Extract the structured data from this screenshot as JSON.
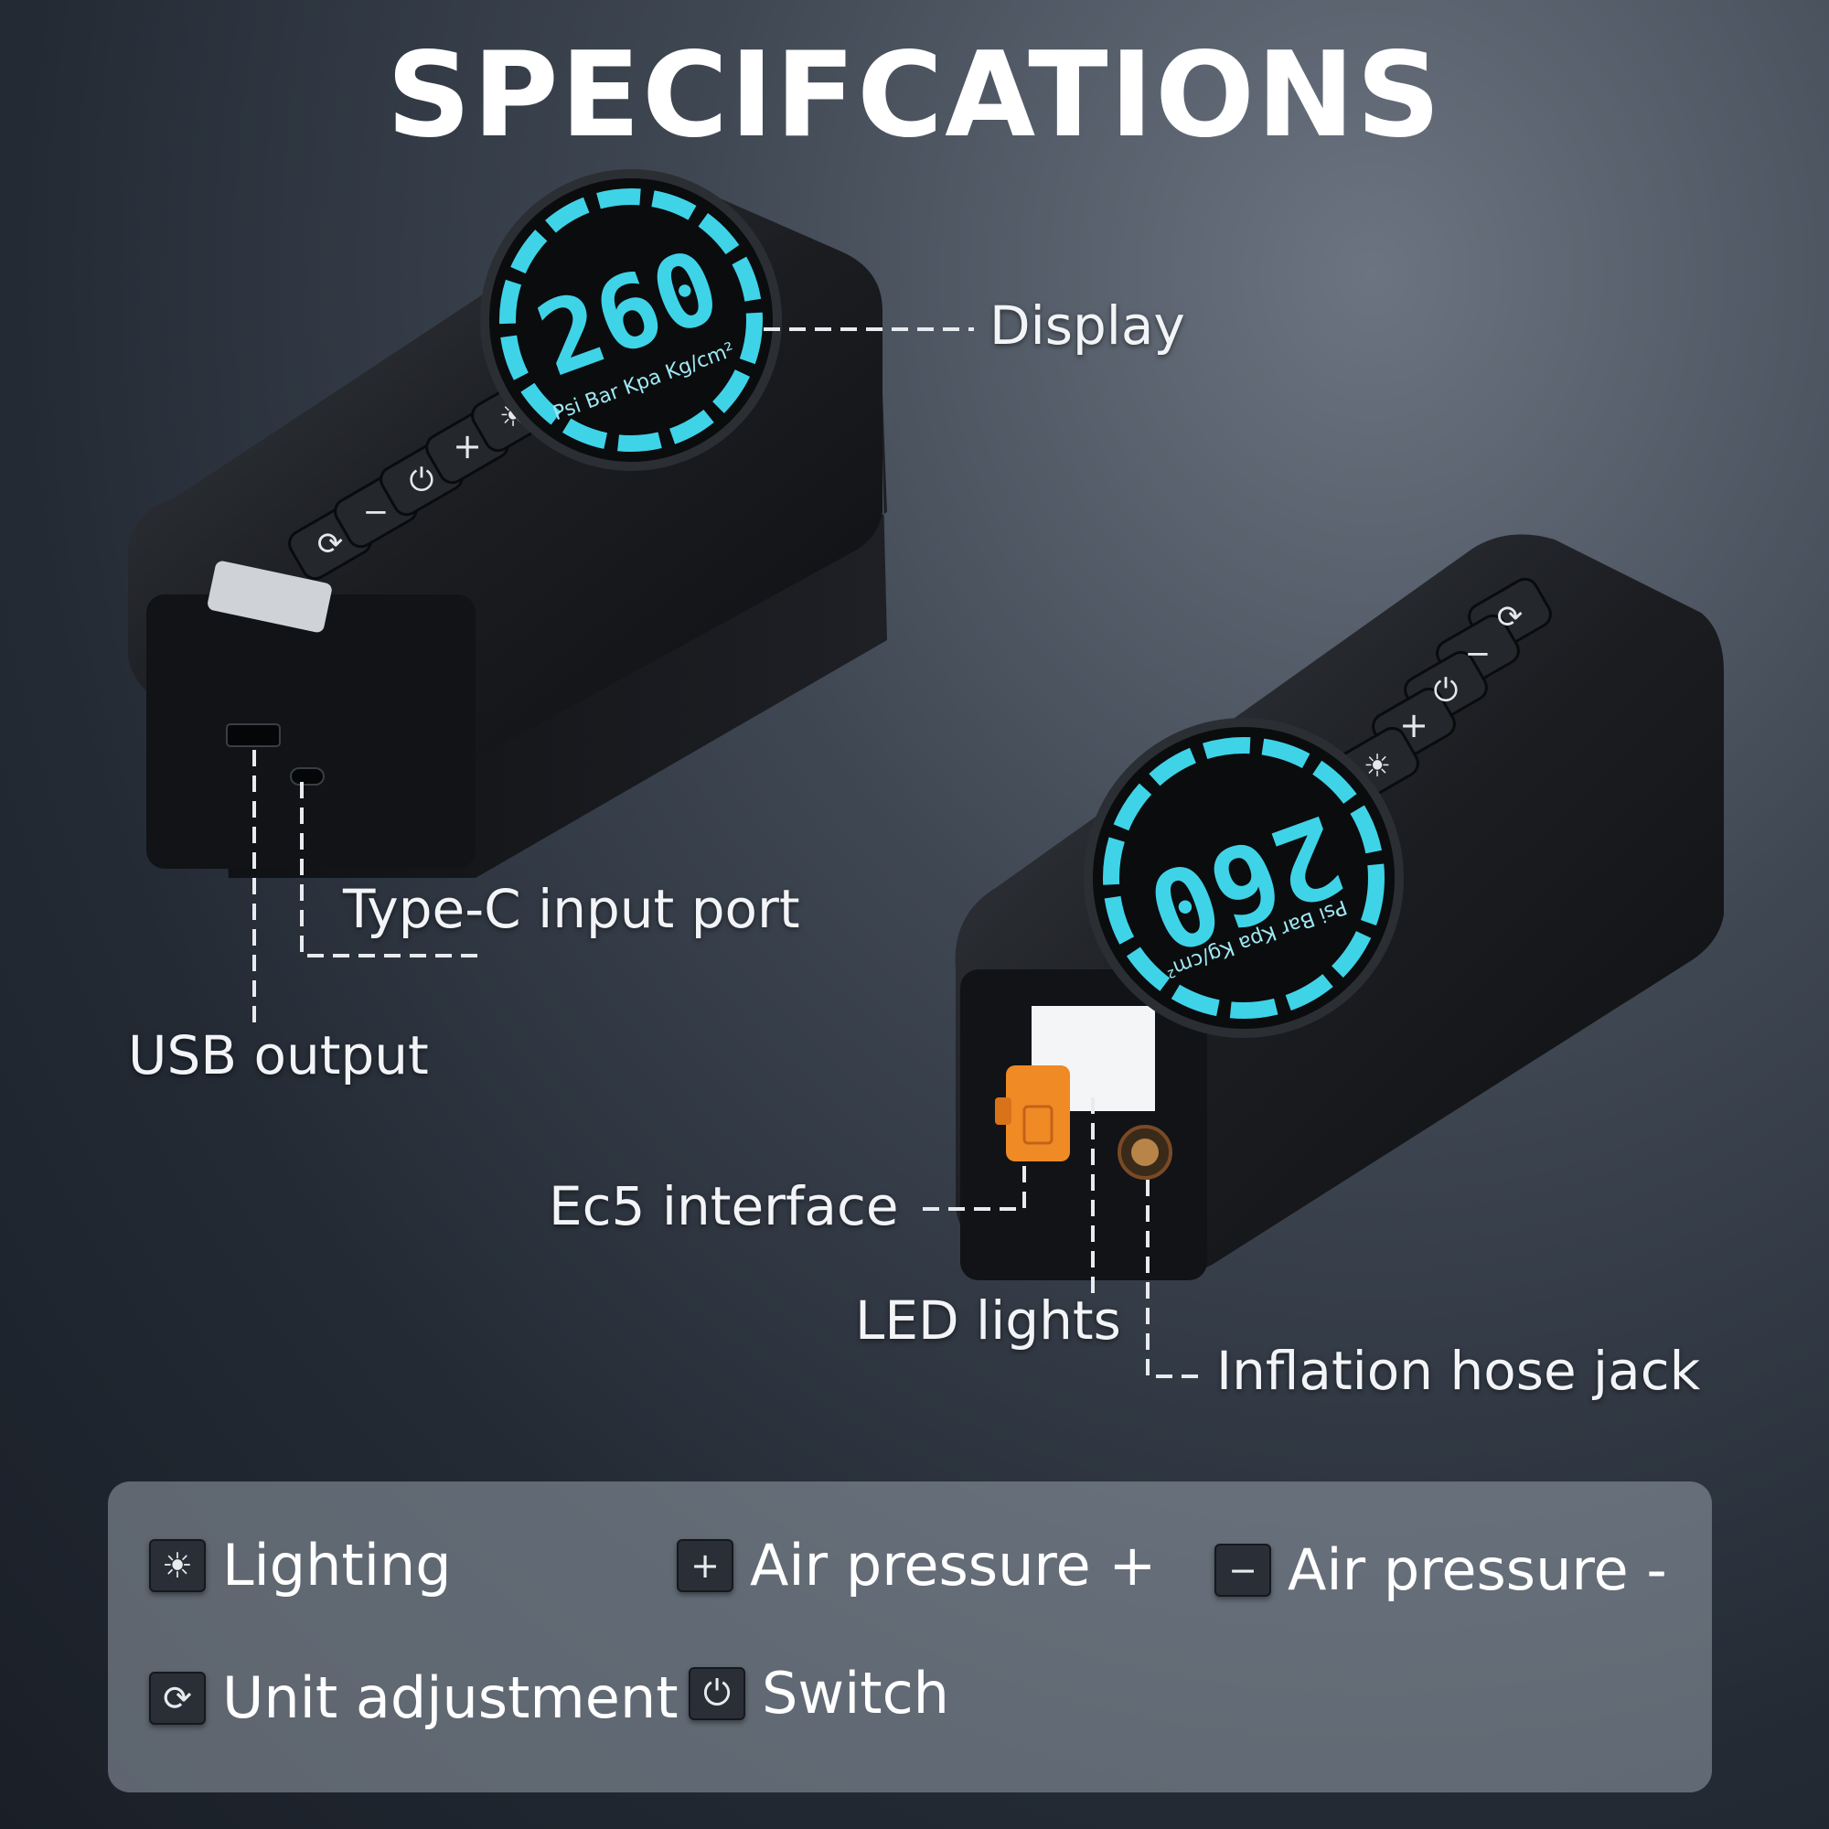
{
  "title": "SPECIFCATIONS",
  "display_reading": "260",
  "display_units": "Psi Bar Kpa Kg/cm²",
  "callouts": {
    "display": "Display",
    "type_c": "Type-C input port",
    "usb": "USB output",
    "ec5": "Ec5 interface",
    "led": "LED lights",
    "hose": "Inflation hose jack"
  },
  "legend": {
    "lighting": "Lighting",
    "air_plus": "Air pressure +",
    "air_minus": "Air pressure -",
    "unit": "Unit adjustment",
    "switch": "Switch"
  },
  "icons": {
    "lighting": "bulb-icon",
    "air_plus": "plus-icon",
    "air_minus": "minus-icon",
    "unit": "cycle-icon",
    "switch": "power-icon"
  },
  "colors": {
    "display_cyan": "#3fd3e8",
    "ec5_orange": "#f08a24",
    "device_body": "#16181c"
  }
}
